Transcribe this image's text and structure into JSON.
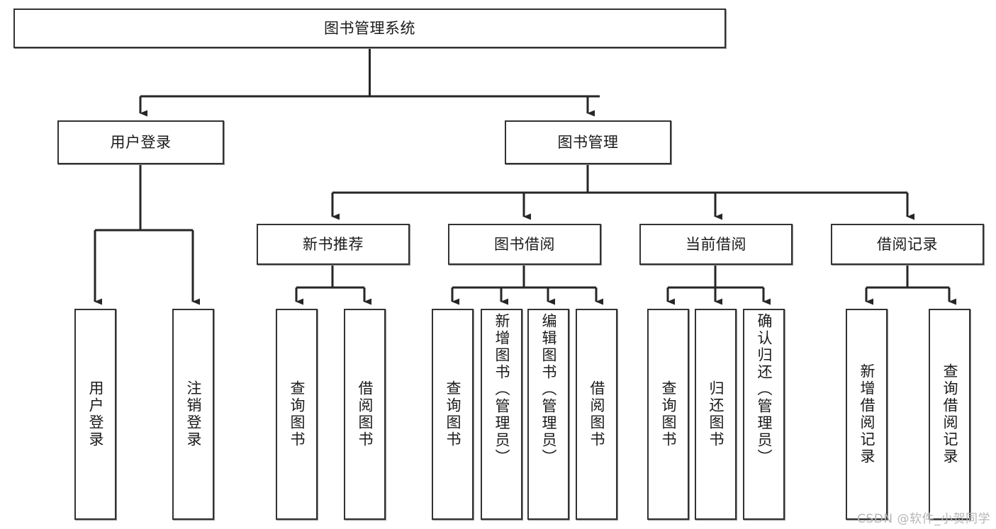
{
  "diagram": {
    "title_node": {
      "label": "图书管理系统"
    },
    "level2": [
      {
        "label": "用户登录"
      },
      {
        "label": "图书管理"
      }
    ],
    "level3": [
      {
        "label": "新书推荐"
      },
      {
        "label": "图书借阅"
      },
      {
        "label": "当前借阅"
      },
      {
        "label": "借阅记录"
      }
    ],
    "leaves": {
      "user_login": [
        {
          "label": "用户登录"
        },
        {
          "label": "注销登录"
        }
      ],
      "new_book_recommend": [
        {
          "label": "查询图书"
        },
        {
          "label": "借阅图书"
        }
      ],
      "book_borrow": [
        {
          "label": "查询图书"
        },
        {
          "label": "新增图书（管理员）"
        },
        {
          "label": "编辑图书（管理员）"
        },
        {
          "label": "借阅图书"
        }
      ],
      "current_borrow": [
        {
          "label": "查询图书"
        },
        {
          "label": "归还图书"
        },
        {
          "label": "确认归还（管理员）"
        }
      ],
      "borrow_record": [
        {
          "label": "新增借阅记录"
        },
        {
          "label": "查询借阅记录"
        }
      ]
    }
  },
  "watermark": {
    "text": "CSDN @软件_小贺同学"
  },
  "colors": {
    "box_border": "#333333",
    "box_fill": "#ffffff",
    "edge": "#262626",
    "text": "#1a1a1a",
    "watermark": "#b6b6b6"
  }
}
